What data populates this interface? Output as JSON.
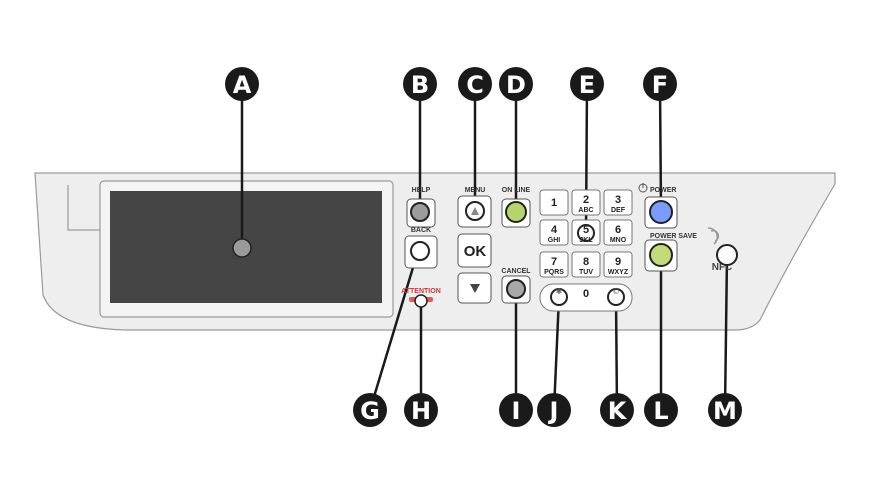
{
  "panel": {
    "labels": {
      "help": "HELP",
      "back": "BACK",
      "menu": "MENU",
      "online": "ON LINE",
      "cancel": "CANCEL",
      "attention": "ATTENTION",
      "power": "POWER",
      "power_save": "POWER SAVE",
      "nfc": "NFC"
    },
    "ok_label": "OK",
    "keypad": [
      {
        "main": "1",
        "sub": ""
      },
      {
        "main": "2",
        "sub": "ABC"
      },
      {
        "main": "3",
        "sub": "DEF"
      },
      {
        "main": "4",
        "sub": "GHI"
      },
      {
        "main": "5",
        "sub": "JKL"
      },
      {
        "main": "6",
        "sub": "MNO"
      },
      {
        "main": "7",
        "sub": "PQRS"
      },
      {
        "main": "8",
        "sub": "TUV"
      },
      {
        "main": "9",
        "sub": "WXYZ"
      },
      {
        "main": "0",
        "sub": ""
      }
    ]
  },
  "callouts": {
    "a": "A",
    "b": "B",
    "c": "C",
    "d": "D",
    "e": "E",
    "f": "F",
    "g": "G",
    "h": "H",
    "i": "I",
    "j": "J",
    "k": "K",
    "l": "L",
    "m": "M"
  },
  "colors": {
    "callout_fill": "#1a1a1a",
    "panel_fill": "#eeeeee",
    "screen_fill": "#454545",
    "online_green": "#b6d46a",
    "power_blue": "#7a9cff",
    "power_save_green": "#c4d977",
    "attention_red": "#e35a5a"
  }
}
